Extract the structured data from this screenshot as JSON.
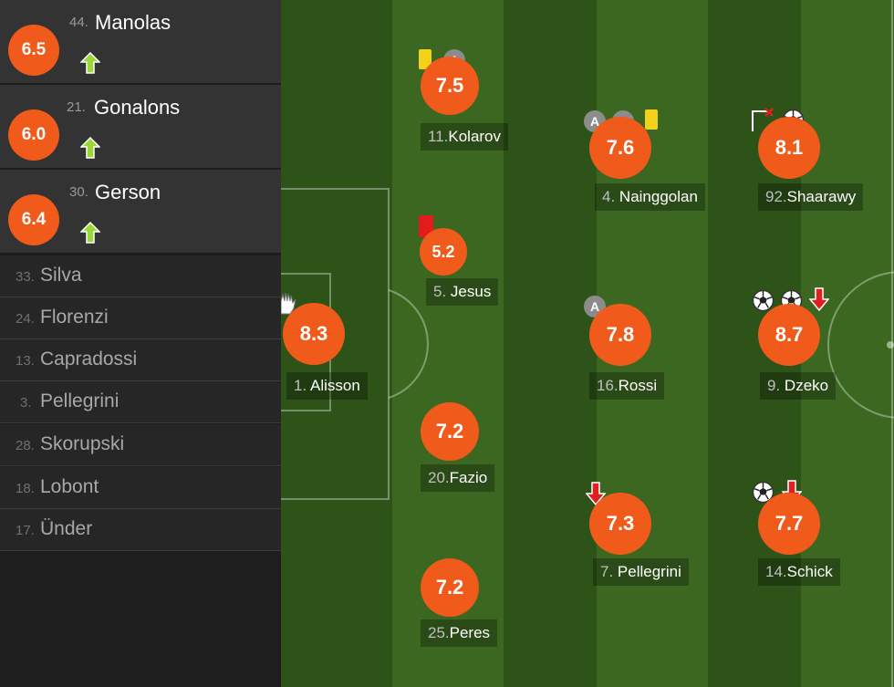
{
  "colors": {
    "rating_bg": "#f05a1a",
    "sub_arrow": "#9bd63a",
    "off_arrow": "#e02020",
    "pitch_dark": "#2d5016",
    "pitch_light": "#3c6a21",
    "yellow_card": "#f2d21b",
    "red_card": "#e41b1b"
  },
  "substitutes_in": [
    {
      "number": "44.",
      "name": "Manolas",
      "rating": "6.5",
      "icon": "sub-in-arrow-icon"
    },
    {
      "number": "21.",
      "name": "Gonalons",
      "rating": "6.0",
      "icon": "sub-in-arrow-icon"
    },
    {
      "number": "30.",
      "name": "Gerson",
      "rating": "6.4",
      "icon": "sub-in-arrow-icon"
    }
  ],
  "bench": [
    {
      "number": "33.",
      "name": "Silva"
    },
    {
      "number": "24.",
      "name": "Florenzi"
    },
    {
      "number": "13.",
      "name": "Capradossi"
    },
    {
      "number": "3.",
      "name": "Pellegrini"
    },
    {
      "number": "28.",
      "name": "Skorupski"
    },
    {
      "number": "18.",
      "name": "Lobont"
    },
    {
      "number": "17.",
      "name": "Ünder"
    }
  ],
  "pitch_players": {
    "alisson": {
      "number": "1.",
      "name": "Alisson",
      "rating": "8.3",
      "icons": [
        "goalkeeper-glove-icon"
      ]
    },
    "kolarov": {
      "number": "11.",
      "name": "Kolarov",
      "rating": "7.5",
      "icons": [
        "yellow-card-icon",
        "assist-icon"
      ],
      "assist_label": "A"
    },
    "jesus": {
      "number": "5.",
      "name": "Jesus",
      "rating": "5.2",
      "icons": [
        "red-card-icon"
      ]
    },
    "fazio": {
      "number": "20.",
      "name": "Fazio",
      "rating": "7.2",
      "icons": []
    },
    "peres": {
      "number": "25.",
      "name": "Peres",
      "rating": "7.2",
      "icons": []
    },
    "nainggolan": {
      "number": "4.",
      "name": "Nainggolan",
      "rating": "7.6",
      "icons": [
        "assist-icon",
        "assist-icon",
        "yellow-card-icon"
      ],
      "assist_label": "A"
    },
    "rossi": {
      "number": "16.",
      "name": "Rossi",
      "rating": "7.8",
      "icons": [
        "assist-icon"
      ],
      "assist_label": "A"
    },
    "pellegrini": {
      "number": "7.",
      "name": "Pellegrini",
      "rating": "7.3",
      "icons": [
        "sub-off-arrow-icon"
      ]
    },
    "shaarawy": {
      "number": "92.",
      "name": "Shaarawy",
      "rating": "8.1",
      "icons": [
        "corner-flag-icon",
        "ball-icon"
      ]
    },
    "dzeko": {
      "number": "9.",
      "name": "Dzeko",
      "rating": "8.7",
      "icons": [
        "ball-icon",
        "ball-icon",
        "sub-off-arrow-icon"
      ]
    },
    "schick": {
      "number": "14.",
      "name": "Schick",
      "rating": "7.7",
      "icons": [
        "ball-icon",
        "sub-off-arrow-icon"
      ]
    }
  }
}
